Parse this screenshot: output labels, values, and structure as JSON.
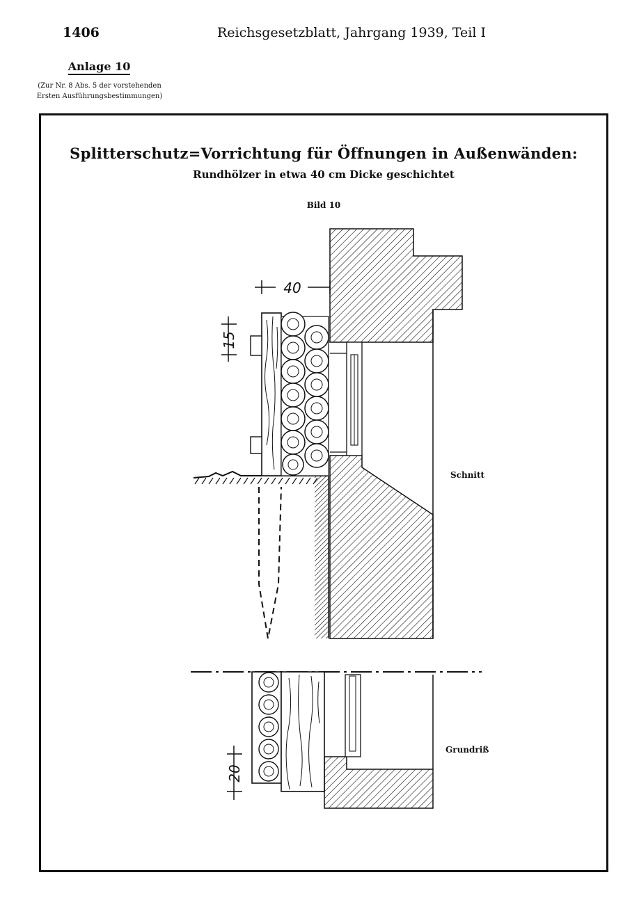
{
  "header": {
    "page_number": "1406",
    "title": "Reichsgesetzblatt, Jahrgang 1939, Teil I"
  },
  "annex": {
    "label": "Anlage 10",
    "note_line1": "(Zur Nr. 8 Abs. 5 der vorstehenden",
    "note_line2": "Ersten Ausführungsbestimmungen)"
  },
  "figure": {
    "title": "Splitterschutz=Vorrichtung für Öffnungen in Außenwänden:",
    "subtitle": "Rundhölzer in etwa 40 cm Dicke geschichtet",
    "label": "Bild 10",
    "dim_top": "40",
    "dim_left_upper": "15",
    "dim_left_lower": "20",
    "label_section": "Schnitt",
    "label_plan": "Grundriß"
  }
}
